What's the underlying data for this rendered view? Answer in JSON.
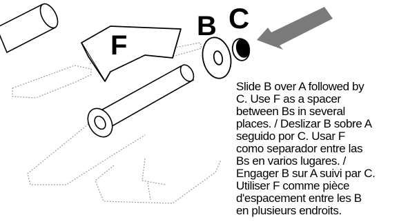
{
  "labels": {
    "b": "B",
    "c": "C",
    "f": "F"
  },
  "instructions": [
    "Slide B over A followed by",
    "C. Use F as a spacer",
    "between Bs in several",
    "places. / Deslizar B sobre A",
    "seguido por C. Usar F",
    "como separador entre las",
    "Bs en varios lugares. /",
    "Engager B sur A suivi par C.",
    "Utiliser F comme pièce",
    "d'espacement entre les B",
    "en plusieurs endroits."
  ],
  "colors": {
    "ink": "#000000",
    "arrow": "#7a7a7a",
    "dotted": "#9a9a9a"
  }
}
